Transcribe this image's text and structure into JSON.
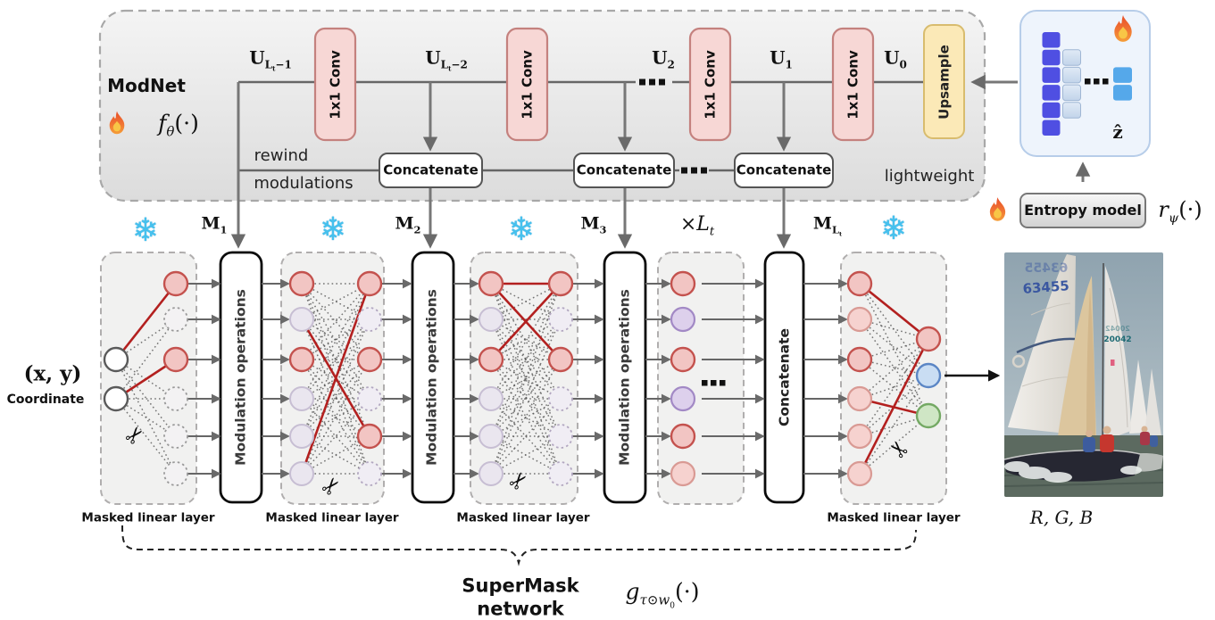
{
  "modnet": {
    "title": "ModNet",
    "func": {
      "base": "f",
      "sub_main": "θ",
      "sub_sub": "",
      "sub_tail": "",
      "post": "(·)"
    },
    "conv_label": "1x1 Conv",
    "upsample_label": "Upsample",
    "concat_label": "Concatenate",
    "rewind_word1": "rewind",
    "rewind_word2": "modulations",
    "lightweight": "lightweight",
    "u_labels": [
      {
        "base": "U",
        "sub_main": "L",
        "sub_sub": "t",
        "sub_tail": "−1"
      },
      {
        "base": "U",
        "sub_main": "L",
        "sub_sub": "t",
        "sub_tail": "−2"
      },
      {
        "base": "U",
        "sub_main": "2",
        "sub_sub": "",
        "sub_tail": ""
      },
      {
        "base": "U",
        "sub_main": "1",
        "sub_sub": "",
        "sub_tail": ""
      },
      {
        "base": "U",
        "sub_main": "0",
        "sub_sub": "",
        "sub_tail": ""
      }
    ]
  },
  "latent": {
    "z_label": "ẑ"
  },
  "entropy": {
    "label": "Entropy model",
    "func": {
      "base": "r",
      "sub_main": "ψ",
      "sub_sub": "",
      "sub_tail": "",
      "post": "(·)"
    }
  },
  "mask": {
    "m_labels": [
      {
        "base": "M",
        "sub_main": "1",
        "sub_sub": "",
        "sub_tail": ""
      },
      {
        "base": "M",
        "sub_main": "2",
        "sub_sub": "",
        "sub_tail": ""
      },
      {
        "base": "M",
        "sub_main": "3",
        "sub_sub": "",
        "sub_tail": ""
      },
      {
        "base": "M",
        "sub_main": "L",
        "sub_sub": "t",
        "sub_tail": ""
      }
    ],
    "times": {
      "base": "×L",
      "sub_main": "t",
      "sub_sub": "",
      "sub_tail": ""
    },
    "modulation_label": "Modulation operations",
    "concat_label": "Concatenate",
    "masked_layer_label": "Masked linear layer",
    "title_line1": "SuperMask",
    "title_line2": "network",
    "func": {
      "base": "g",
      "sub_main": "τ⊙w",
      "sub_sub": "0",
      "sub_tail": "",
      "post": "(·)"
    }
  },
  "input": {
    "coords": "(x, y)",
    "label": "Coordinate"
  },
  "output": {
    "rgb": "R, G, B",
    "sail_numbers": [
      "63455",
      "20042"
    ]
  },
  "icons": {
    "snowflake": "❄",
    "scissors": "✂",
    "ellipsis": "..."
  },
  "colors": {
    "red_line": "#b3201f",
    "node_pink": "#f2c5c3",
    "node_pink_border": "#c4524e",
    "node_purple": "#ddd0ec",
    "node_blue": "#c9ddf3",
    "node_green": "#cfe6c5",
    "conv_fill": "#f7d7d5",
    "conv_border": "#c4817e",
    "upsample_fill": "#fbe9b7",
    "latent_dark_blue": "#4f4fe2",
    "latent_light_blue": "#ccddf1",
    "latent_mid_blue": "#55a8ea",
    "snowflake_blue": "#45c1ee"
  }
}
